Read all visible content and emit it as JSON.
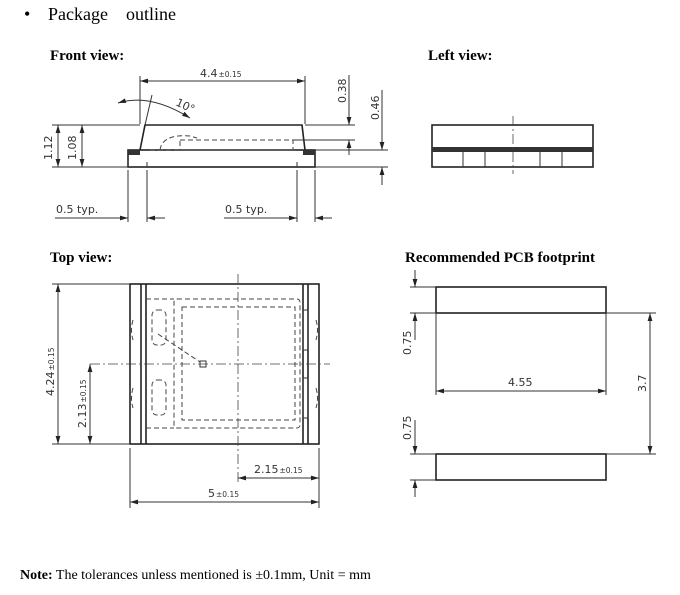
{
  "heading": {
    "bullet": "•",
    "title": "Package    outline"
  },
  "front_view": {
    "title": "Front view:",
    "length": "4.4",
    "length_tol": "±0.15",
    "angle": "10°",
    "height_total": "1.12",
    "height_body": "1.08",
    "dim_top": "0.38",
    "dim_side": "0.46",
    "lead_left": "0.5 typ.",
    "lead_right": "0.5 typ."
  },
  "left_view": {
    "title": "Left view:"
  },
  "top_view": {
    "title": "Top view:",
    "height": "4.24",
    "height_tol": "±0.15",
    "half_height": "2.13",
    "half_height_tol": "±0.15",
    "half_width": "2.15",
    "half_width_tol": "±0.15",
    "width": "5",
    "width_tol": "±0.15"
  },
  "pcb_footprint": {
    "title": "Recommended PCB footprint",
    "pad_height_top": "0.75",
    "pad_height_bottom": "0.75",
    "pad_length": "4.55",
    "overall_height": "3.7"
  },
  "note": {
    "label": "Note:",
    "text": " The tolerances unless mentioned is ±0.1mm, Unit = mm"
  }
}
